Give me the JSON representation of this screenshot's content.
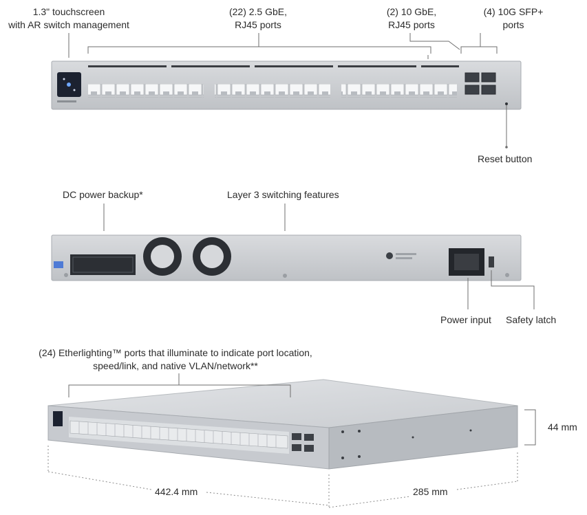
{
  "front": {
    "touchscreen": "1.3\" touchscreen\nwith AR switch management",
    "ports_25": "(22) 2.5 GbE,\nRJ45 ports",
    "ports_10": "(2) 10 GbE,\nRJ45 ports",
    "ports_sfp": "(4) 10G SFP+\nports",
    "reset": "Reset button"
  },
  "rear": {
    "dc_backup": "DC power backup*",
    "layer3": "Layer 3 switching features",
    "power_input": "Power input",
    "safety_latch": "Safety latch"
  },
  "iso": {
    "etherlighting": "(24) Etherlighting™ ports that illuminate to indicate port location,\nspeed/link, and native VLAN/network**",
    "height": "44 mm",
    "width": "442.4 mm",
    "depth": "285 mm"
  },
  "colors": {
    "chassis": "#cfd2d6",
    "chassis_dark": "#a9adb2",
    "port": "#f4f5f6",
    "screen": "#1c2230",
    "line": "#6e6e6e"
  }
}
